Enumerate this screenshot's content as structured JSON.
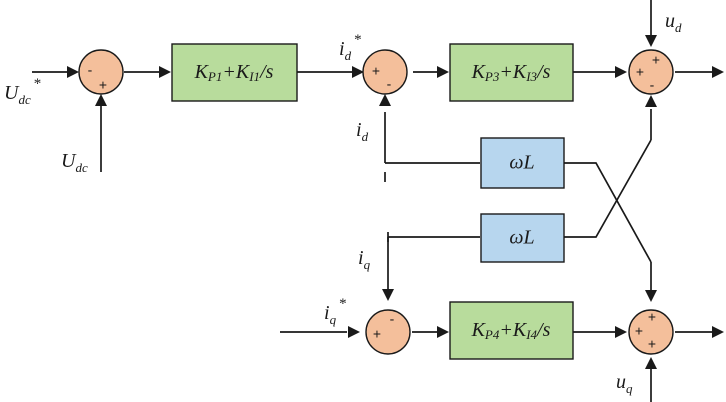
{
  "blocks": {
    "pi1": {
      "label": "K",
      "sub1": "P1",
      "mid": "+K",
      "sub2": "I1",
      "tail": "/s"
    },
    "pi3": {
      "label": "K",
      "sub1": "P3",
      "mid": "+K",
      "sub2": "I3",
      "tail": "/s"
    },
    "pi4": {
      "label": "K",
      "sub1": "P4",
      "mid": "+K",
      "sub2": "I4",
      "tail": "/s"
    },
    "wl_top": "ωL",
    "wl_bottom": "ωL"
  },
  "signals": {
    "udc_ref": {
      "base": "U",
      "sub": "dc",
      "sup": "*"
    },
    "udc": {
      "base": "U",
      "sub": "dc"
    },
    "id_ref": {
      "base": "i",
      "sub": "d",
      "sup": "*"
    },
    "id": {
      "base": "i",
      "sub": "d"
    },
    "iq": {
      "base": "i",
      "sub": "q"
    },
    "iq_ref": {
      "base": "i",
      "sub": "q",
      "sup": "*"
    },
    "ud": {
      "base": "u",
      "sub": "d"
    },
    "uq": {
      "base": "u",
      "sub": "q"
    }
  },
  "signs": {
    "s1_left": "-",
    "s1_bottom": "+",
    "s2_left": "+",
    "s2_bottom": "-",
    "s3_top": "+",
    "s3_left": "+",
    "s3_bottom": "-",
    "s4_left": "+",
    "s4_top": "-",
    "s5_top": "+",
    "s5_left": "+",
    "s5_bottom": "+"
  }
}
